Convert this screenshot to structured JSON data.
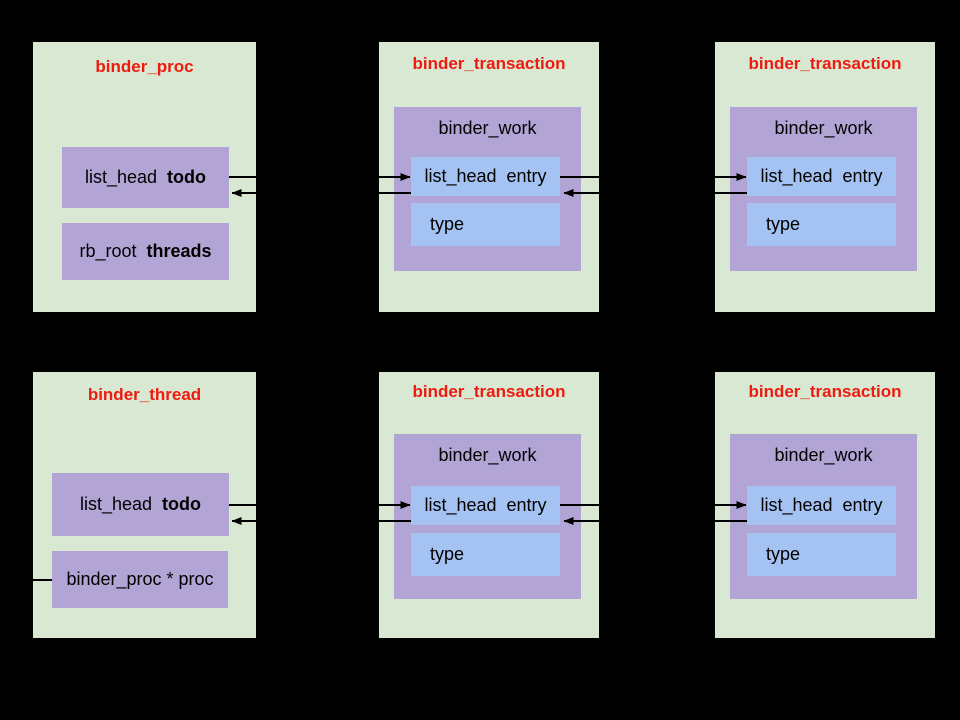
{
  "palette": {
    "bg": "#000000",
    "green": "#d9e8d2",
    "purple": "#b2a5d5",
    "blue": "#a4c2f2",
    "red": "#ee1b0e",
    "text": "#000000",
    "line": "#000000"
  },
  "boxes": [
    {
      "id": "binder_proc",
      "title": "binder_proc",
      "fields": [
        {
          "type": "list_head",
          "name": "todo"
        },
        {
          "type": "rb_root",
          "name": "threads"
        }
      ]
    },
    {
      "id": "binder_transaction_top_middle",
      "title": "binder_transaction",
      "work_label": "binder_work",
      "work_fields": [
        {
          "type": "list_head",
          "name": "entry"
        },
        {
          "type": "type"
        }
      ]
    },
    {
      "id": "binder_transaction_top_right",
      "title": "binder_transaction",
      "work_label": "binder_work",
      "work_fields": [
        {
          "type": "list_head",
          "name": "entry"
        },
        {
          "type": "type"
        }
      ]
    },
    {
      "id": "binder_thread",
      "title": "binder_thread",
      "fields": [
        {
          "type": "list_head",
          "name": "todo"
        },
        {
          "type": "binder_proc * proc"
        }
      ]
    },
    {
      "id": "binder_transaction_bottom_middle",
      "title": "binder_transaction",
      "work_label": "binder_work",
      "work_fields": [
        {
          "type": "list_head",
          "name": "entry"
        },
        {
          "type": "type"
        }
      ]
    },
    {
      "id": "binder_transaction_bottom_right",
      "title": "binder_transaction",
      "work_label": "binder_work",
      "work_fields": [
        {
          "type": "list_head",
          "name": "entry"
        },
        {
          "type": "type"
        }
      ]
    }
  ],
  "connectors": [
    {
      "id": "top-proc-todo-next",
      "kind": "next-pointer",
      "from": "binder_proc.todo",
      "to": "transaction1.entry"
    },
    {
      "id": "top-t1-entry-prev",
      "kind": "prev-pointer",
      "from": "transaction1.entry",
      "to": "binder_proc.todo"
    },
    {
      "id": "top-t1-entry-next",
      "kind": "next-pointer",
      "from": "transaction1.entry",
      "to": "transaction2.entry"
    },
    {
      "id": "top-t2-entry-prev",
      "kind": "prev-pointer",
      "from": "transaction2.entry",
      "to": "transaction1.entry"
    },
    {
      "id": "bottom-thread-todo-next",
      "kind": "next-pointer",
      "from": "binder_thread.todo",
      "to": "transaction3.entry"
    },
    {
      "id": "bottom-t3-entry-prev",
      "kind": "prev-pointer",
      "from": "transaction3.entry",
      "to": "binder_thread.todo"
    },
    {
      "id": "bottom-t3-entry-next",
      "kind": "next-pointer",
      "from": "transaction3.entry",
      "to": "transaction4.entry"
    },
    {
      "id": "bottom-t4-entry-prev",
      "kind": "prev-pointer",
      "from": "transaction4.entry",
      "to": "transaction3.entry"
    },
    {
      "id": "thread-proc-pointer",
      "kind": "pointer",
      "from": "binder_thread.proc",
      "to": "binder_proc"
    }
  ]
}
